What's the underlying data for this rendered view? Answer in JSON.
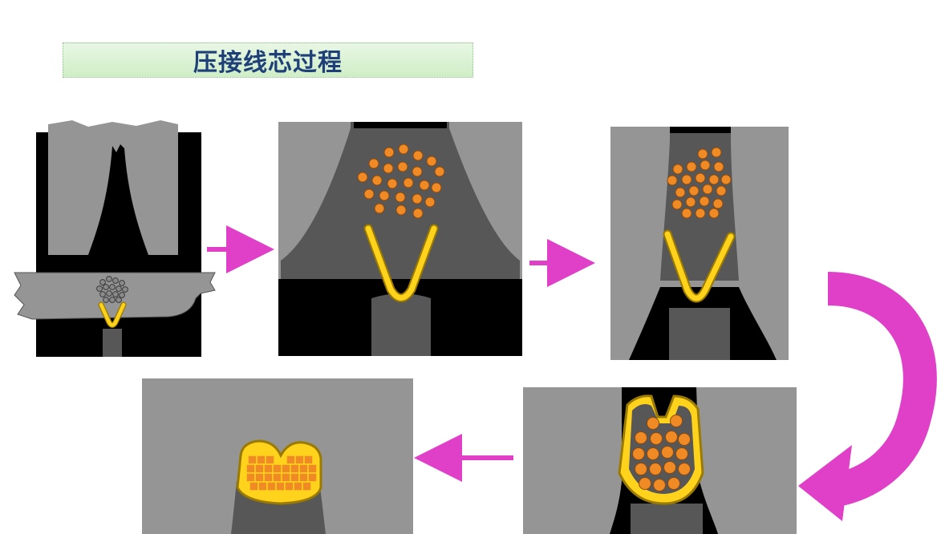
{
  "title": "压接线芯过程",
  "colors": {
    "black": "#000000",
    "dark_gray": "#575757",
    "light_gray": "#959595",
    "terminal_yellow": "#ffd21c",
    "terminal_outline": "#9a7a00",
    "strand_orange": "#f08a24",
    "strand_outline": "#8a4a10",
    "arrow_magenta": "#e040c8",
    "title_text": "#1f3f78"
  },
  "steps": [
    {
      "label": "step-1-initial-setup"
    },
    {
      "label": "step-2-strands-above-terminal"
    },
    {
      "label": "step-3-die-descends"
    },
    {
      "label": "step-4-barrel-closes"
    },
    {
      "label": "step-5-crimped-strands"
    }
  ]
}
